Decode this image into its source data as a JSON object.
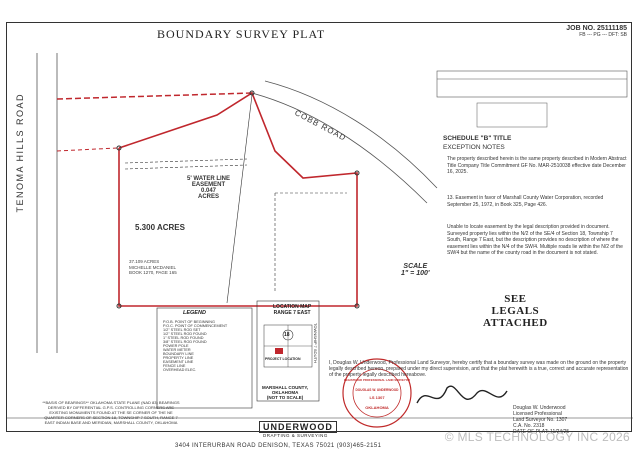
{
  "document": {
    "title": "BOUNDARY SURVEY PLAT",
    "job_no": "JOB NO. 25111185",
    "job_sub": "FB --- PG --- DFT: SB",
    "road_left": "TENOMA HILLS ROAD",
    "road_right": "COBB ROAD",
    "tract": {
      "acres": "5.300 ACRES",
      "sub_lines": [
        "37.109 ACRES",
        "MICHELLE MCDANIEL",
        "BOOK 1270, PAGE 165"
      ]
    },
    "easement": {
      "lines": [
        "5' WATER LINE",
        "EASEMENT",
        "0.047",
        "ACRES"
      ]
    },
    "schedule_b": {
      "title": "SCHEDULE \"B\" TITLE",
      "subtitle": "EXCEPTION NOTES",
      "intro": "The property described herein is the same property described in Modern Abstract Title Company Title Commitment GF No. MAR-2510038 effective date December 16, 2025.",
      "item13": "13. Easement in favor of Marshall County Water Corporation, recorded September 25, 1972, in Book 325, Page 426.",
      "unable": "Unable to locate easement by the legal description provided in document. Surveyed property lies within the N/2 of the SE/4 of Section 18, Township 7 South, Range 7 East, but the description provides no description of where the easement lies within the N/4 of the SW/4. Multiple roads lie within the N/2 of the SW/4 but the name of the county road in the document is not stated."
    },
    "scale": {
      "label": "SCALE",
      "value": "1\" = 100'"
    },
    "see_legals": [
      "SEE",
      "LEGALS",
      "ATTACHED"
    ],
    "legend": {
      "title": "LEGEND",
      "rows": [
        "P.O.B.  POINT OF BEGINNING",
        "P.O.C.  POINT OF COMMENCEMENT",
        "1/2\" STEEL ROD SET",
        "1/2\" STEEL ROD FOUND",
        "1\" STEEL ROD FOUND",
        "3/8\" STEEL ROD FOUND",
        "POWER POLE",
        "WATER METER",
        "BOUNDARY LINE",
        "PROPERTY LINE",
        "EASEMENT LINE",
        "FENCE LINE",
        "OVERHEAD ELEC."
      ]
    },
    "location_map": {
      "title": [
        "LOCATION MAP",
        "RANGE 7 EAST"
      ],
      "section": "18",
      "project": "PROJECT LOCATION",
      "township": "TOWNSHIP 7 SOUTH",
      "bottom": [
        "MARSHALL COUNTY,",
        "OKLAHOMA",
        "(NOT TO SCALE)"
      ]
    },
    "basis": "**BASIS OF BEARINGS** OKLAHOMA STATE PLANE (NAD 83) BEARINGS DERIVED BY DIFFERENTIAL G.P.S. CONTROLLING CORNERS ARE EXISTING MONUMENTS FOUND AT THE SE CORNER OF THE NE QUARTER CORNERS OF SECTION 18, TOWNSHIP 7 SOUTH, RANGE 7 EAST INDIAN BASE AND MERIDIAN, MARSHALL COUNTY, OKLAHOMA",
    "certification": "I, Douglas W. Underwood, Professional Land Surveyor, hereby certify that a boundary survey was made on the ground on the property legally described hereon, prepared under my direct supervision, and that the plat herewith is a true, correct and accurate representation of the property legally described hereabove.",
    "firm": {
      "logo": "UNDERWOOD",
      "sub": "DRAFTING & SURVEYING",
      "address": "3404 INTERURBAN ROAD    DENISON, TEXAS 75021    (903)465-2151"
    },
    "seal": {
      "top": "REGISTERED PROFESSIONAL LAND SURVEYOR",
      "name": "DOUGLAS W. UNDERWOOD",
      "number": "LS 1307",
      "bottom": "OKLAHOMA"
    },
    "signature": {
      "lines": [
        "Douglas W. Underwood",
        "Licensed Professional",
        "Land Surveyor No. 1307",
        "C.A. No. 2318",
        "DATE OF PLAT: 11/24/25"
      ]
    },
    "watermark": "© MLS TECHNOLOGY INC 2026",
    "colors": {
      "boundary": "#c0272d",
      "seal": "#c02a2a",
      "line": "#333333"
    }
  }
}
